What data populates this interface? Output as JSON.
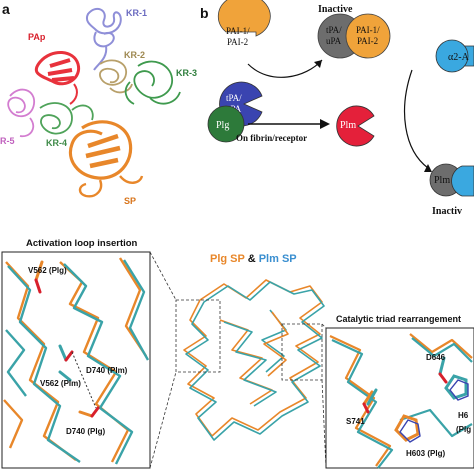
{
  "panel_a": {
    "letter": "a",
    "domains": {
      "kr1": "KR-1",
      "pap": "PAp",
      "kr2": "KR-2",
      "kr3": "KR-3",
      "kr4": "KR-4",
      "kr5": "R-5",
      "sp": "SP"
    },
    "colors": {
      "kr1": "#8f8fd8",
      "pap": "#e8323c",
      "kr2": "#b8a06a",
      "kr3": "#3f9a4e",
      "kr4": "#4fa35a",
      "kr5": "#d37dd0",
      "sp": "#e8872a"
    }
  },
  "panel_b": {
    "letter": "b",
    "inactive_top": "Inactive",
    "inactive_bottom": "Inactiv",
    "pai_line1": "PAI-1/",
    "pai_line2": "PAI-2",
    "complex_left_line1": "tPA/",
    "complex_left_line2": "uPA",
    "complex_right_line1": "PAI-1/",
    "complex_right_line2": "PAI-2",
    "tpa_line1": "tPA/",
    "tpa_line2": "uPA",
    "plg": "Plg",
    "plm": "Plm",
    "fibrin": "On fibrin/receptor",
    "a2_antiplasmin": "α2-A",
    "complex_plm": "Plm",
    "colors": {
      "pai": "#f0a33a",
      "gray": "#6d6d6d",
      "tpa": "#3a44b0",
      "plg": "#2d7a3a",
      "plm": "#e4203a",
      "a2": "#3aa8e0"
    }
  },
  "panel_c": {
    "left_title": "Activation loop insertion",
    "right_title": "Catalytic triad rearrangement",
    "legend_plg": "Plg SP",
    "legend_amp": " & ",
    "legend_plm": "Plm SP",
    "left_labels": {
      "v562_plg": "V562 (Plg)",
      "d740_plm": "D740 (Plm)",
      "v562_plm": "V562 (Plm)",
      "d740_plg": "D740 (Plg)"
    },
    "right_labels": {
      "d646": "D646",
      "s741": "S741",
      "h603": "H603 (Plg)",
      "h6_top": "H6",
      "plg_cut": "(Plg"
    },
    "colors": {
      "plg": "#e8872a",
      "plm": "#3aa3a8"
    }
  }
}
